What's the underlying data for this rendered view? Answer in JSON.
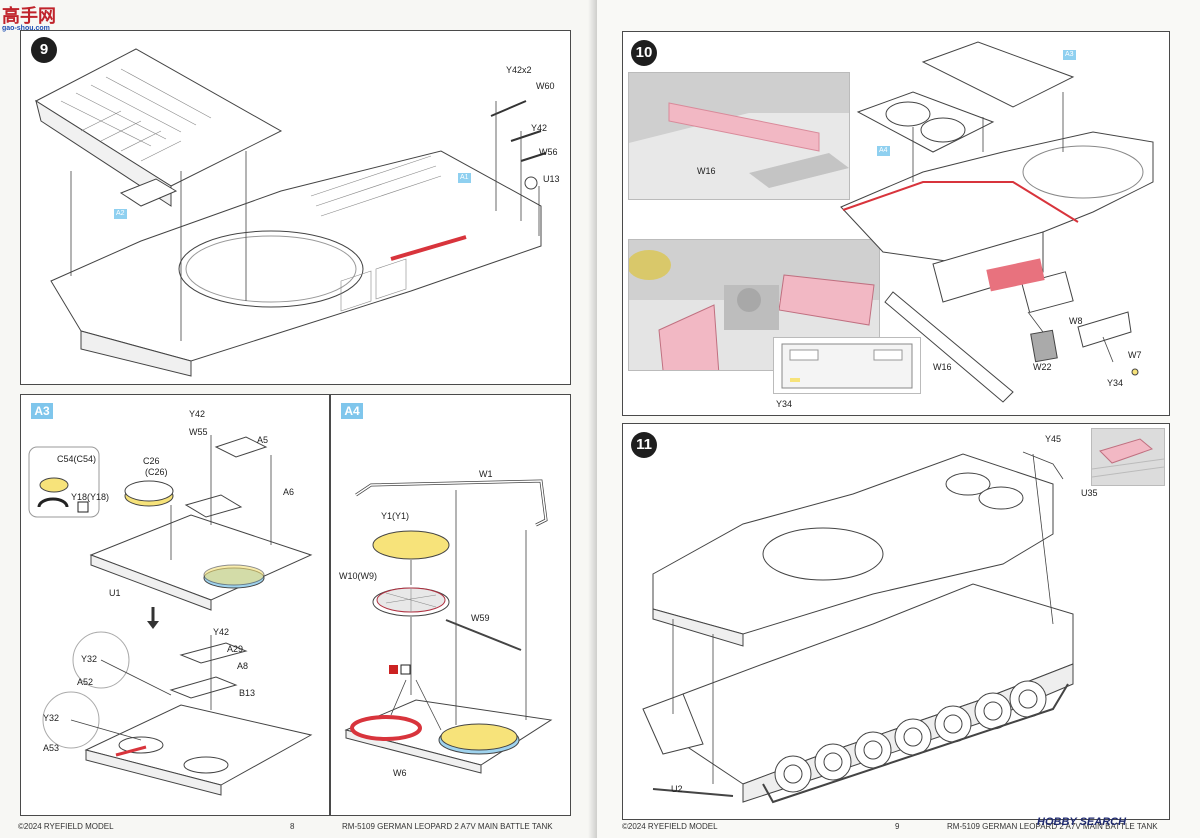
{
  "watermark_top_left": {
    "chars": "高手网",
    "url": "gao-shou.com"
  },
  "watermark_bottom_right": {
    "text": "HOBBY SEARCH"
  },
  "left_page": {
    "step9": {
      "number": "9",
      "labels": {
        "y42x2": "Y42x2",
        "w60": "W60",
        "y42": "Y42",
        "w56": "W56",
        "u13": "U13"
      },
      "refs": {
        "a1": "A1",
        "a2": "A2"
      }
    },
    "stepA3": {
      "tag": "A3",
      "labels": {
        "y42_top": "Y42",
        "w55": "W55",
        "a5": "A5",
        "c54": "C54(C54)",
        "c26": "C26",
        "c26b": "(C26)",
        "a6": "A6",
        "y18": "Y18(Y18)",
        "u1": "U1",
        "y42_b": "Y42",
        "a29": "A29",
        "a8": "A8",
        "y32_a": "Y32",
        "a52": "A52",
        "b13": "B13",
        "y32_b": "Y32",
        "a53": "A53"
      }
    },
    "stepA4": {
      "tag": "A4",
      "labels": {
        "w1": "W1",
        "y1": "Y1(Y1)",
        "w10": "W10(W9)",
        "w59": "W59",
        "w6": "W6"
      }
    },
    "footer": {
      "left": "©2024 RYEFIELD MODEL",
      "page": "8",
      "title": "RM-5109 GERMAN LEOPARD  2 A7V MAIN BATTLE TANK"
    }
  },
  "right_page": {
    "step10": {
      "number": "10",
      "labels": {
        "w16_photo": "W16",
        "y34_photo": "Y34",
        "w16": "W16",
        "w8": "W8",
        "w22": "W22",
        "w7": "W7",
        "y34": "Y34"
      },
      "refs": {
        "a3": "A3",
        "a4": "A4"
      }
    },
    "step11": {
      "number": "11",
      "labels": {
        "y45": "Y45",
        "u35": "U35",
        "u2": "U2"
      }
    },
    "footer": {
      "left": "©2024 RYEFIELD MODEL",
      "page": "9",
      "title": "RM-5109 GERMAN LEOPARD  2 A7V MAIN BATTLE TANK"
    }
  },
  "colors": {
    "etched_pink": "#f2b8c4",
    "clear_yellow": "#f7e37a",
    "part_blue": "#9fd3ee",
    "red_line": "#d8343c",
    "step_black": "#1e1e1e",
    "tag_blue": "#7fc6ec"
  }
}
